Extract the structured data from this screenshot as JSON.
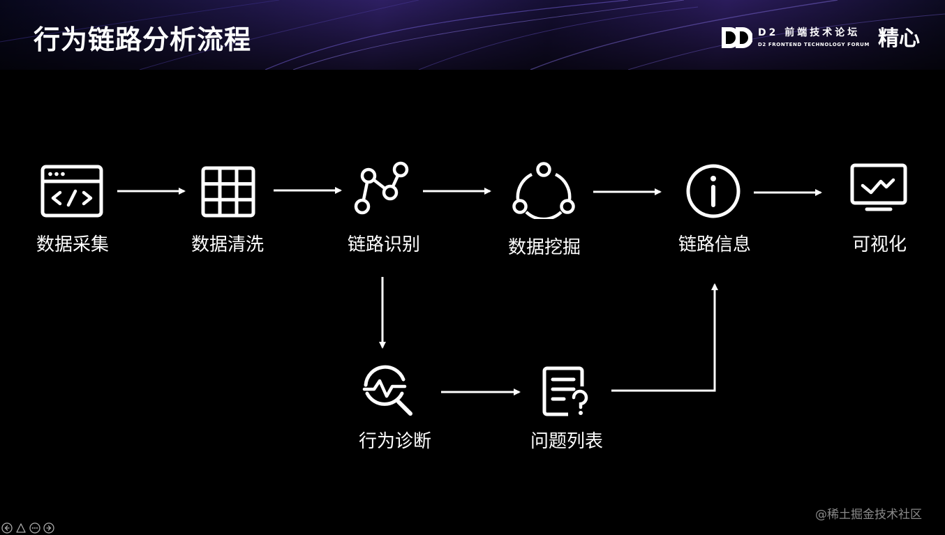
{
  "title": "行为链路分析流程",
  "brand": {
    "name_cn": "D2 前端技术论坛",
    "name_en": "D2 FRONTEND TECHNOLOGY FORUM",
    "tagline": "精心",
    "logo_icon": "d2-logo-icon"
  },
  "nodes": [
    {
      "id": "collect",
      "label": "数据采集",
      "icon": "code-window-icon"
    },
    {
      "id": "clean",
      "label": "数据清洗",
      "icon": "grid-table-icon"
    },
    {
      "id": "identify",
      "label": "链路识别",
      "icon": "node-path-icon"
    },
    {
      "id": "mining",
      "label": "数据挖掘",
      "icon": "network-cycle-icon"
    },
    {
      "id": "info",
      "label": "链路信息",
      "icon": "info-circle-icon"
    },
    {
      "id": "visual",
      "label": "可视化",
      "icon": "monitor-chart-icon"
    },
    {
      "id": "diagnose",
      "label": "行为诊断",
      "icon": "magnifier-pulse-icon"
    },
    {
      "id": "issues",
      "label": "问题列表",
      "icon": "document-question-icon"
    }
  ],
  "edges": [
    {
      "from": "collect",
      "to": "clean"
    },
    {
      "from": "clean",
      "to": "identify"
    },
    {
      "from": "identify",
      "to": "mining"
    },
    {
      "from": "mining",
      "to": "info"
    },
    {
      "from": "info",
      "to": "visual"
    },
    {
      "from": "identify",
      "to": "diagnose"
    },
    {
      "from": "diagnose",
      "to": "issues"
    },
    {
      "from": "issues",
      "to": "info"
    }
  ],
  "watermark": "@稀土掘金技术社区",
  "colors": {
    "background": "#000000",
    "foreground": "#ffffff",
    "watermark": "#8a8a8a"
  }
}
